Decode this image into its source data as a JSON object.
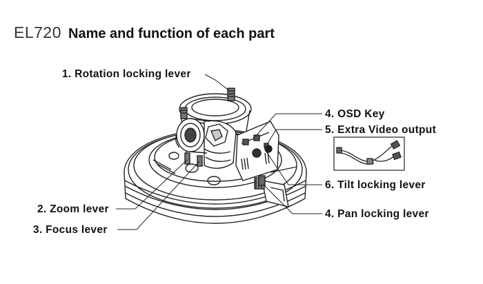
{
  "title": {
    "model": "EL720",
    "heading": "Name and function of each part"
  },
  "labels": {
    "rotation_lever": "1. Rotation locking lever",
    "osd_key": "4. OSD Key",
    "extra_video": "5. Extra Video output",
    "tilt_lever": "6. Tilt locking lever",
    "zoom_lever": "2. Zoom lever",
    "focus_lever": "3. Focus lever",
    "pan_lever": "4. Pan locking lever"
  },
  "icons": [
    "dome-camera-illustration",
    "video-cable-illustration"
  ]
}
